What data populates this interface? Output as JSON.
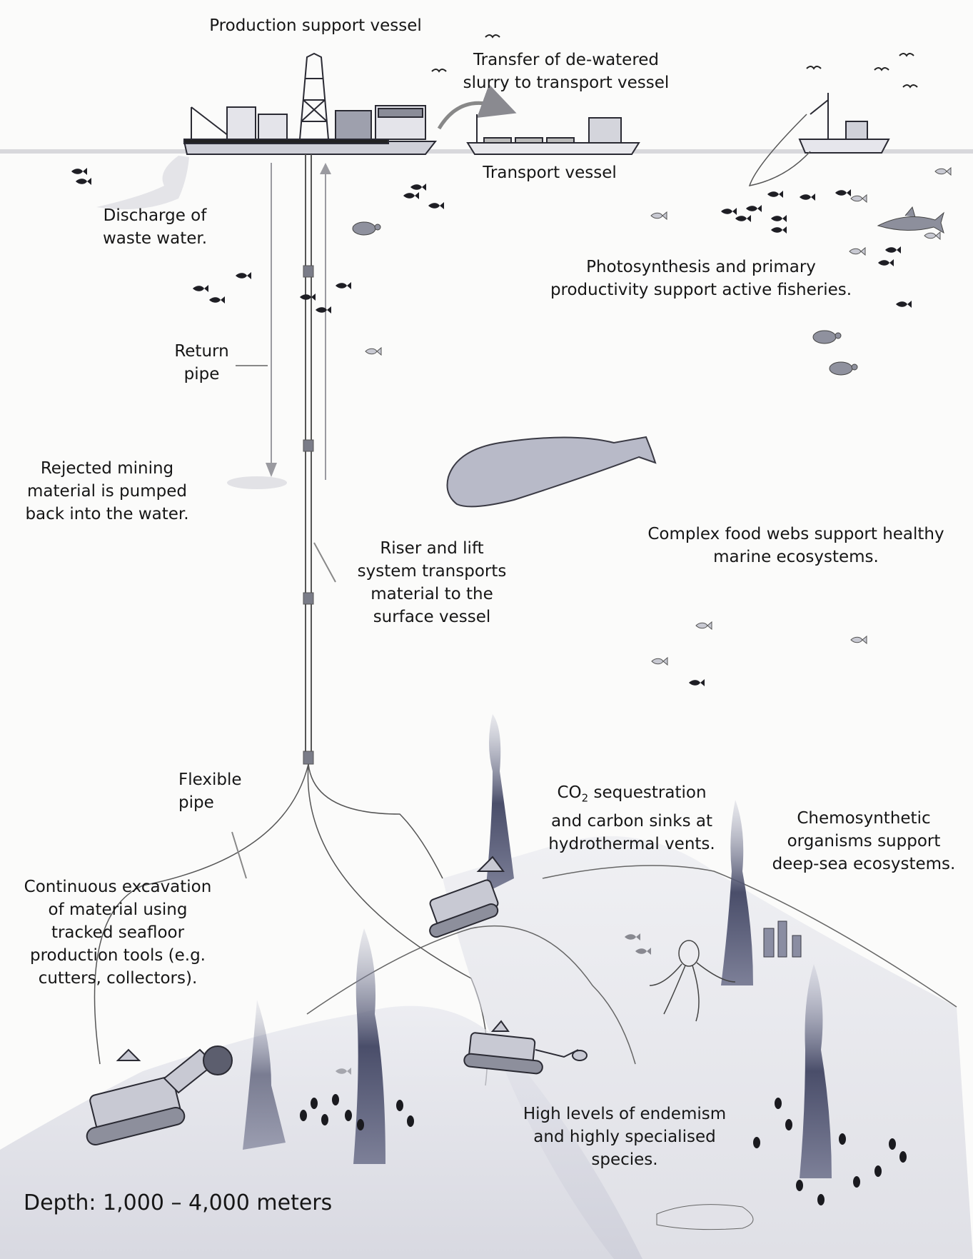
{
  "labels": {
    "production_vessel": "Production support vessel",
    "transfer": "Transfer of de-watered\nslurry to transport vessel",
    "transport_vessel": "Transport vessel",
    "discharge": "Discharge of\nwaste water.",
    "photosynthesis": "Photosynthesis and primary\nproductivity support active fisheries.",
    "return_pipe": "Return\npipe",
    "rejected": "Rejected mining\nmaterial is pumped\nback into the water.",
    "food_webs": "Complex food webs support healthy\nmarine ecosystems.",
    "riser": "Riser and lift\nsystem transports\nmaterial to the\nsurface vessel",
    "flexible_pipe": "Flexible\npipe",
    "co2_prefix": "CO",
    "co2_sub": "2",
    "co2_rest": " sequestration\nand carbon sinks at\nhydrothermal vents.",
    "chemosynthetic": "Chemosynthetic\norganisms support\ndeep-sea ecosystems.",
    "excavation": "Continuous excavation\nof material using\ntracked seafloor\nproduction tools (e.g.\ncutters, collectors).",
    "endemism": "High levels of endemism\nand highly specialised\nspecies.",
    "depth": "Depth: 1,000 – 4,000 meters"
  },
  "colors": {
    "ink": "#2a2a33",
    "water_line": "#d9d9dc",
    "vent": "#4a4e6a",
    "seafloor": "#dcdde6",
    "whale": "#b8bac8"
  }
}
